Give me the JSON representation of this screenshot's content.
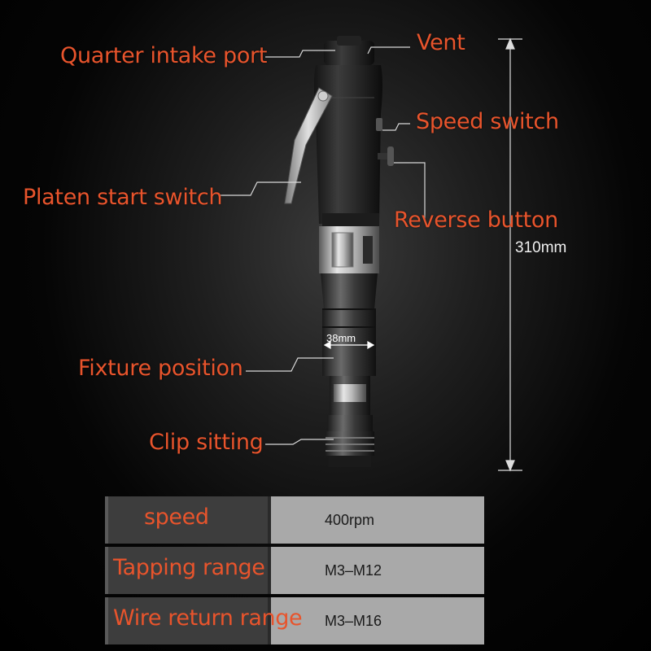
{
  "callouts": {
    "quarter_intake_port": "Quarter intake port",
    "vent": "Vent",
    "speed_switch": "Speed switch",
    "platen_start_switch": "Platen start switch",
    "reverse_button": "Reverse button",
    "fixture_position": "Fixture position",
    "clip_sitting": "Clip sitting"
  },
  "dimensions": {
    "length": "310mm",
    "diameter": "38mm"
  },
  "specs": [
    {
      "key": "speed",
      "value": "400rpm"
    },
    {
      "key": "Tapping range",
      "value": "M3–M12"
    },
    {
      "key": "Wire return range",
      "value": "M3–M16"
    }
  ],
  "colors": {
    "label_accent": "#e8542c",
    "tool_body": "#2a2a2a",
    "metal": "#b8b8b8"
  }
}
